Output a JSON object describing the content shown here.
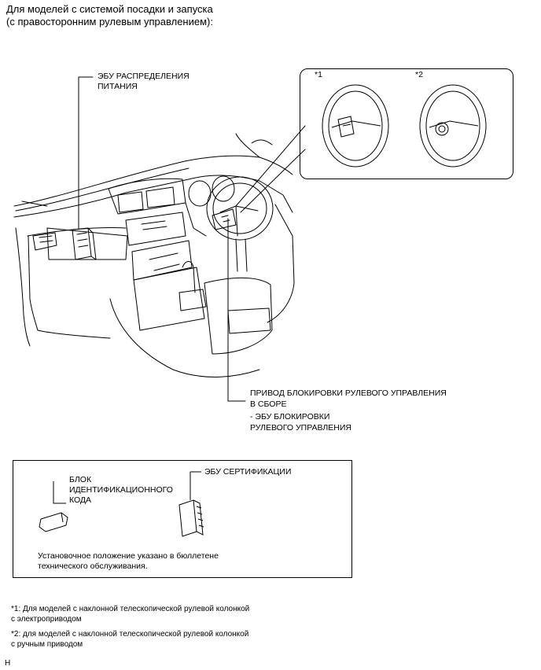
{
  "header": {
    "line1": "Для моделей с системой посадки и запуска",
    "line2": "(с правосторонним рулевым управлением):"
  },
  "callouts": {
    "power_ecu_line1": "ЭБУ РАСПРЕДЕЛЕНИЯ",
    "power_ecu_line2": "ПИТАНИЯ",
    "actuator_line1": "ПРИВОД БЛОКИРОВКИ РУЛЕВОГО УПРАВЛЕНИЯ",
    "actuator_line2": "В СБОРЕ",
    "lock_ecu_line1": "- ЭБУ БЛОКИРОВКИ",
    "lock_ecu_line2": "РУЛЕВОГО УПРАВЛЕНИЯ"
  },
  "inset": {
    "marker1": "*1",
    "marker2": "*2"
  },
  "note_box": {
    "id_block_line1": "БЛОК",
    "id_block_line2": "ИДЕНТИФИКАЦИОННОГО",
    "id_block_line3": "КОДА",
    "cert_ecu": "ЭБУ СЕРТИФИКАЦИИ",
    "note_line1": "Установочное положение указано в бюллетене",
    "note_line2": "технического обслуживания."
  },
  "footnotes": {
    "f1_line1": "*1: Для моделей с наклонной телескопической рулевой колонкой",
    "f1_line2": "с электроприводом",
    "f2_line1": "*2: для моделей с наклонной телескопической рулевой колонкой",
    "f2_line2": "с ручным приводом"
  },
  "corner_mark": "H"
}
